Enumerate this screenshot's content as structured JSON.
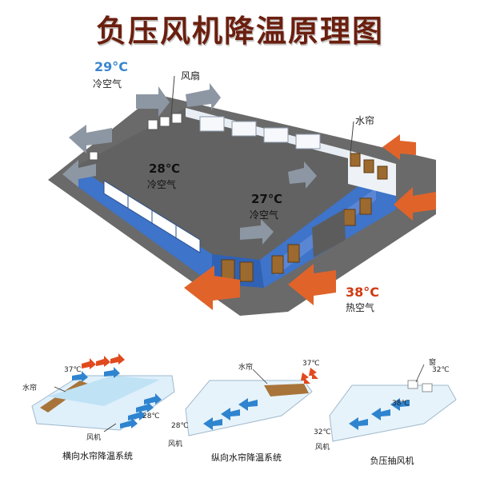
{
  "title": "负压风机降温原理图",
  "main": {
    "cold_outside_temp": "29°C",
    "cold_outside_label": "冷空气",
    "fan_label": "风扇",
    "curtain_label": "水帘",
    "inside1_temp": "28℃",
    "inside1_label": "冷空气",
    "inside2_temp": "27℃",
    "inside2_label": "冷空气",
    "hot_temp": "38°C",
    "hot_label": "热空气"
  },
  "diagrams": [
    {
      "caption": "横向水帘降温系统",
      "curtain": "水帘",
      "hot": "37℃",
      "cool": "28℃",
      "fan": "风机"
    },
    {
      "caption": "纵向水帘降温系统",
      "curtain": "水帘",
      "hot": "37℃",
      "cool": "28℃",
      "fan": "风机"
    },
    {
      "caption": "负压抽风机",
      "window": "窗",
      "hot": "32℃",
      "mid": "38℃",
      "cool": "32℃",
      "fan": "风机"
    }
  ],
  "colors": {
    "title": "#6b1f0f",
    "cold": "#3a86d0",
    "hot": "#d13a12",
    "wall": "#3e74c9",
    "roof": "#6d6d6d",
    "arrow_hot": "#e0642a",
    "arrow_cold": "#8d97a3"
  }
}
